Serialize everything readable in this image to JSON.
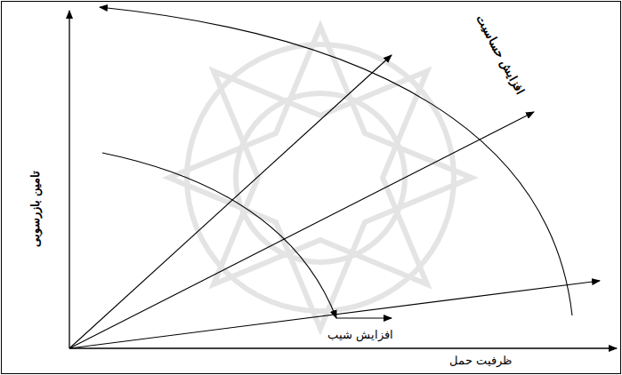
{
  "diagram": {
    "labels": [
      "تامین بازرسوبی",
      "ظرفیت حمل",
      "افزایش حساسیت",
      "افزایش شیب"
    ]
  }
}
